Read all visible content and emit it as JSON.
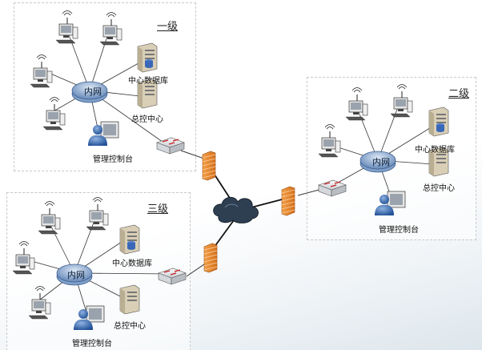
{
  "zones": [
    {
      "title": "一级",
      "hub": "内网",
      "db": "中心数据库",
      "control": "总控中心",
      "console": "管理控制台"
    },
    {
      "title": "二级",
      "hub": "内网",
      "db": "中心数据库",
      "control": "总控中心",
      "console": "管理控制台"
    },
    {
      "title": "三级",
      "hub": "内网",
      "db": "中心数据库",
      "control": "总控中心",
      "console": "管理控制台"
    }
  ],
  "icons": {
    "workstation": "workstation-icon",
    "server": "server-icon",
    "console": "admin-console-icon",
    "switch": "switch-icon",
    "firewall": "firewall-icon",
    "cloud": "internet-cloud-icon"
  },
  "colors": {
    "hub": "#7f9fc9",
    "firewall": "#e88a2c",
    "cloud": "#2e3f52",
    "zone_border": "#c8c8c8"
  }
}
